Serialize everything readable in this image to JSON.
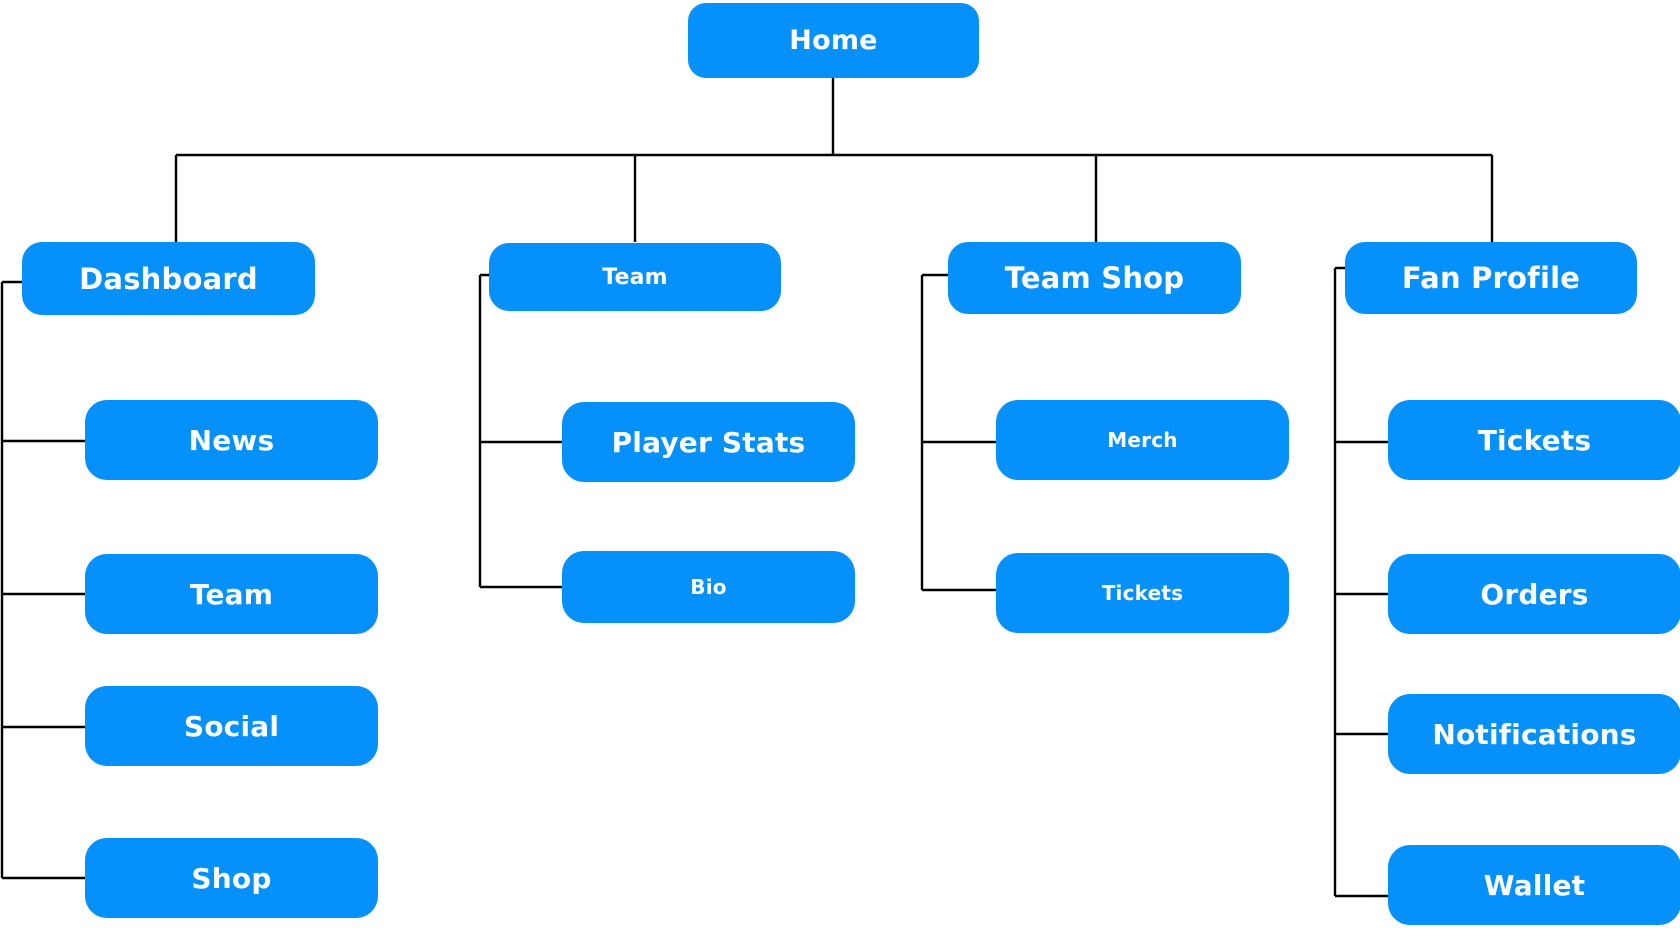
{
  "diagram": {
    "type": "sitemap-tree",
    "title": "Home",
    "accent_color": "#0590fa",
    "edge_color": "#000000",
    "background_color": "#ffffff",
    "text_color": "#ffffff"
  },
  "nodes": {
    "home": {
      "label": "Home"
    },
    "dashboard": {
      "label": "Dashboard"
    },
    "team": {
      "label": "Team"
    },
    "team_shop": {
      "label": "Team Shop"
    },
    "fan_profile": {
      "label": "Fan Profile"
    },
    "dashboard_news": {
      "label": "News"
    },
    "dashboard_team": {
      "label": "Team"
    },
    "dashboard_social": {
      "label": "Social"
    },
    "dashboard_shop": {
      "label": "Shop"
    },
    "team_player_stats": {
      "label": "Player Stats"
    },
    "team_bio": {
      "label": "Bio"
    },
    "shop_merch": {
      "label": "Merch"
    },
    "shop_tickets": {
      "label": "Tickets"
    },
    "fan_tickets": {
      "label": "Tickets"
    },
    "fan_orders": {
      "label": "Orders"
    },
    "fan_notifications": {
      "label": "Notifications"
    },
    "fan_wallet": {
      "label": "Wallet"
    }
  },
  "tree": {
    "root": "Home",
    "branches": [
      {
        "parent": "Dashboard",
        "children": [
          "News",
          "Team",
          "Social",
          "Shop"
        ]
      },
      {
        "parent": "Team",
        "children": [
          "Player Stats",
          "Bio"
        ]
      },
      {
        "parent": "Team Shop",
        "children": [
          "Merch",
          "Tickets"
        ]
      },
      {
        "parent": "Fan Profile",
        "children": [
          "Tickets",
          "Orders",
          "Notifications",
          "Wallet"
        ]
      }
    ]
  }
}
